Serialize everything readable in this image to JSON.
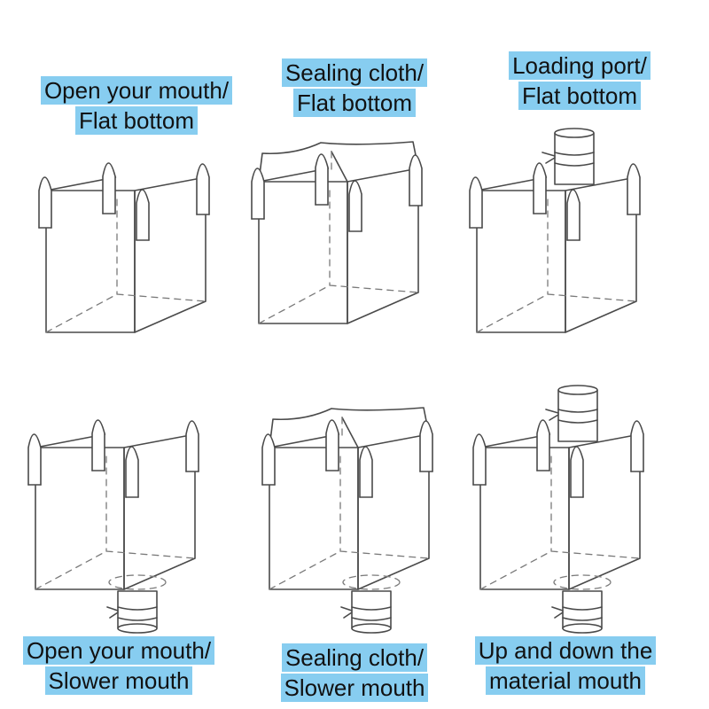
{
  "bag_types": [
    {
      "id": "open-flat",
      "line1": "Open your mouth/",
      "line2": "Flat bottom",
      "top": "open",
      "bottom": "flat"
    },
    {
      "id": "cloth-flat",
      "line1": "Sealing cloth/",
      "line2": "Flat bottom",
      "top": "cloth",
      "bottom": "flat"
    },
    {
      "id": "port-flat",
      "line1": "Loading port/",
      "line2": "Flat bottom",
      "top": "port",
      "bottom": "flat"
    },
    {
      "id": "open-spout",
      "line1": "Open your mouth/",
      "line2": "Slower mouth",
      "top": "open",
      "bottom": "spout"
    },
    {
      "id": "cloth-spout",
      "line1": "Sealing cloth/",
      "line2": "Slower mouth",
      "top": "cloth",
      "bottom": "spout"
    },
    {
      "id": "port-spout",
      "line1": "Up and down the",
      "line2": "material mouth",
      "top": "port",
      "bottom": "spout"
    }
  ],
  "colors": {
    "label_bg": "#87cdf0",
    "line": "#4a4a4a"
  }
}
